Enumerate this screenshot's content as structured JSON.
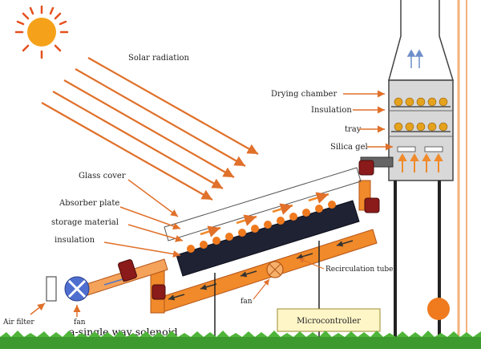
{
  "diagram": {
    "labels": {
      "solar_radiation": "Solar radiation",
      "drying_chamber": "Drying chamber",
      "insulation_top": "Insulation",
      "tray": "tray",
      "silica_gel": "Silica gel",
      "glass_cover": "Glass cover",
      "absorber_plate": "Absorber plate",
      "storage_material": "storage material",
      "insulation": "insulation",
      "recirculation_tube": "Recirculation tube",
      "fan_center": "fan",
      "air_filter": "Air filter",
      "fan_left": "fan",
      "solenoid": "a-single way solenoid",
      "microcontroller": "Microcontroller"
    },
    "colors": {
      "sun": "#f5a21a",
      "rays": "#e0702a",
      "pipe": "#f08a2a",
      "absorber": "#1f2233",
      "storage_balls": "#f07a1e",
      "valve": "#8b1a1a",
      "chamber_fill": "#d8d8d8",
      "grass": "#3c9a2e",
      "microcontroller_box": "#fff6c8"
    }
  }
}
